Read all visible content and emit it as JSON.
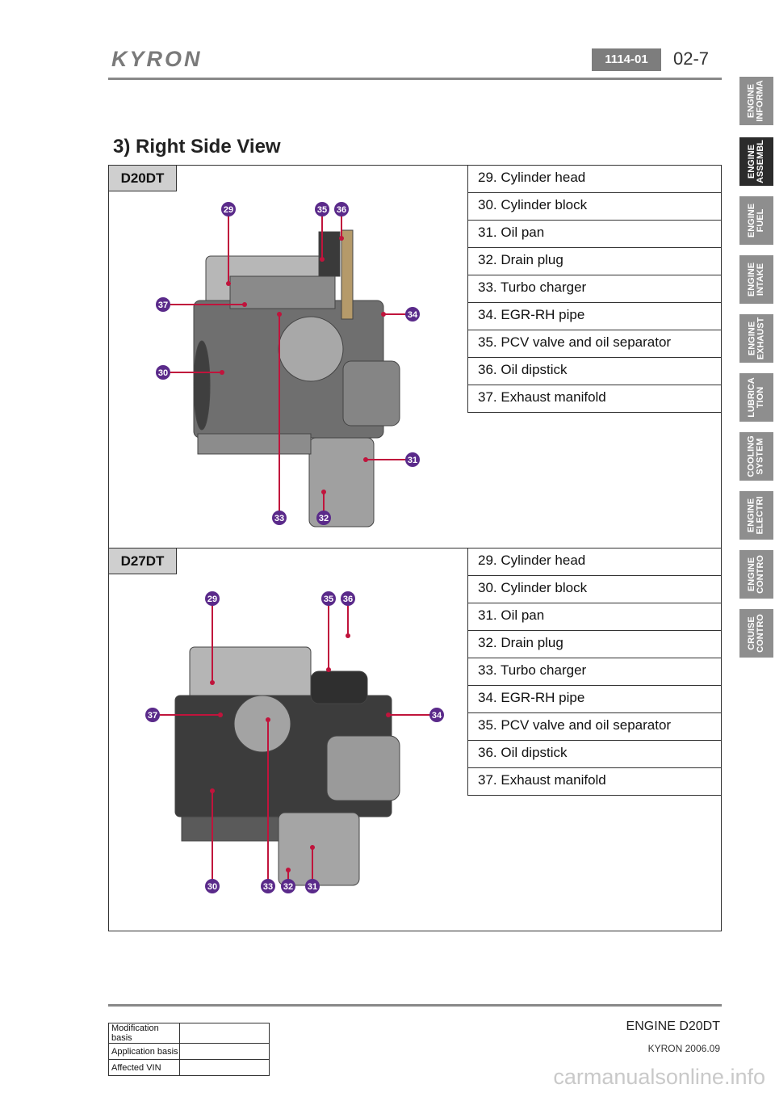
{
  "header": {
    "brand": "KYRON",
    "page_code": "1114-01",
    "page_number": "02-7"
  },
  "side_tabs": [
    {
      "label": "ENGINE\nINFORMA",
      "active": false
    },
    {
      "label": "ENGINE\nASSEMBL",
      "active": true
    },
    {
      "label": "ENGINE\nFUEL",
      "active": false
    },
    {
      "label": "ENGINE\nINTAKE",
      "active": false
    },
    {
      "label": "ENGINE\nEXHAUST",
      "active": false
    },
    {
      "label": "LUBRICA\nTION",
      "active": false
    },
    {
      "label": "COOLING\nSYSTEM",
      "active": false
    },
    {
      "label": "ENGINE\nELECTRI",
      "active": false
    },
    {
      "label": "ENGINE\nCONTRO",
      "active": false
    },
    {
      "label": "CRUISE\nCONTRO",
      "active": false
    }
  ],
  "title": "3) Right Side View",
  "panels": [
    {
      "model": "D20DT",
      "parts": [
        "29. Cylinder head",
        "30. Cylinder block",
        "31. Oil pan",
        "32. Drain plug",
        "33. Turbo charger",
        "34. EGR-RH pipe",
        "35. PCV valve and oil separator",
        "36. Oil dipstick",
        "37. Exhaust manifold"
      ],
      "callouts": [
        "29",
        "35",
        "36",
        "37",
        "34",
        "30",
        "31",
        "33",
        "32"
      ]
    },
    {
      "model": "D27DT",
      "parts": [
        "29. Cylinder head",
        "30. Cylinder block",
        "31. Oil pan",
        "32. Drain plug",
        "33. Turbo charger",
        "34. EGR-RH pipe",
        "35. PCV valve and oil separator",
        "36. Oil dipstick",
        "37. Exhaust manifold"
      ],
      "callouts": [
        "29",
        "35",
        "36",
        "37",
        "34",
        "30",
        "33",
        "32",
        "31"
      ]
    }
  ],
  "footer": {
    "title": "ENGINE D20DT",
    "subtitle": "KYRON 2006.09",
    "table": [
      {
        "label": "Modification basis",
        "value": ""
      },
      {
        "label": "Application basis",
        "value": ""
      },
      {
        "label": "Affected VIN",
        "value": ""
      }
    ],
    "watermark": "carmanualsonline.info"
  },
  "colors": {
    "callout": "#5a2a8a",
    "leader": "#c0143c",
    "tab": "#8e8e8e",
    "tab_active": "#2b2b2b"
  }
}
